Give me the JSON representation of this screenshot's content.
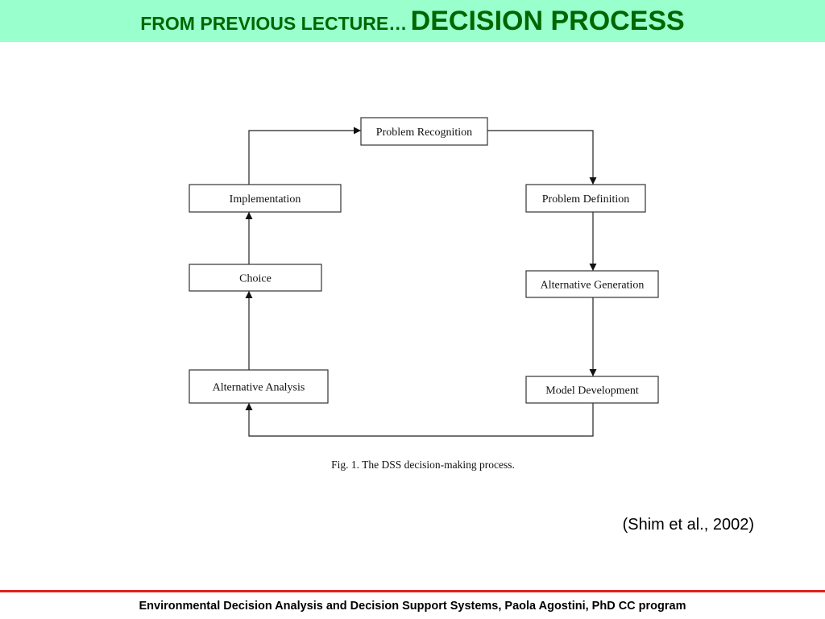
{
  "slide": {
    "title_small": "FROM PREVIOUS LECTURE…",
    "title_large": "DECISION PROCESS",
    "citation": "(Shim et al., 2002)",
    "footer": "Environmental Decision Analysis and Decision Support Systems, Paola Agostini, PhD CC program"
  },
  "diagram": {
    "caption": "Fig. 1. The DSS decision-making process.",
    "nodes": [
      {
        "id": "problem-recognition",
        "label": "Problem Recognition"
      },
      {
        "id": "problem-definition",
        "label": "Problem Definition"
      },
      {
        "id": "alternative-generation",
        "label": "Alternative Generation"
      },
      {
        "id": "model-development",
        "label": "Model Development"
      },
      {
        "id": "alternative-analysis",
        "label": "Alternative Analysis"
      },
      {
        "id": "choice",
        "label": "Choice"
      },
      {
        "id": "implementation",
        "label": "Implementation"
      }
    ],
    "edges": [
      {
        "from": "problem-recognition",
        "to": "problem-definition"
      },
      {
        "from": "problem-definition",
        "to": "alternative-generation"
      },
      {
        "from": "alternative-generation",
        "to": "model-development"
      },
      {
        "from": "model-development",
        "to": "alternative-analysis"
      },
      {
        "from": "alternative-analysis",
        "to": "choice"
      },
      {
        "from": "choice",
        "to": "implementation"
      },
      {
        "from": "implementation",
        "to": "problem-recognition"
      }
    ]
  }
}
